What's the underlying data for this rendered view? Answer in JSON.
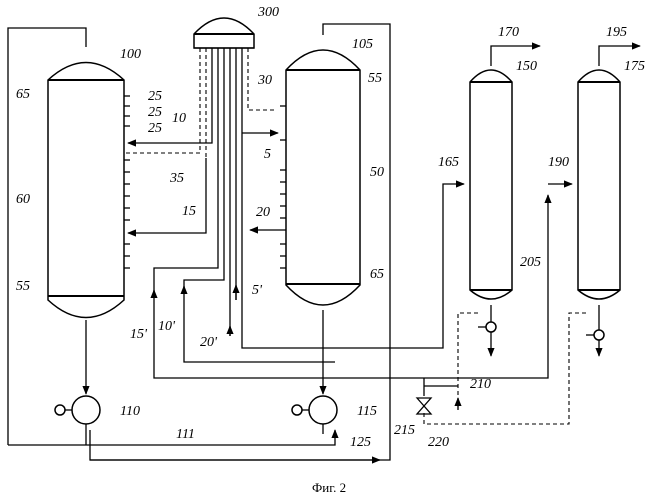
{
  "figure": {
    "caption": "Фиг. 2"
  },
  "labels": {
    "v100": "100",
    "v300": "300",
    "v105": "105",
    "v150": "150",
    "v175": "175",
    "s170": "170",
    "s195": "195",
    "z65a": "65",
    "z60": "60",
    "z55a": "55",
    "t25a": "25",
    "t25b": "25",
    "t25c": "25",
    "s10": "10",
    "s35": "35",
    "s15": "15",
    "s30": "30",
    "s5": "5",
    "s20": "20",
    "s5p": "5'",
    "z55b": "55",
    "z50": "50",
    "z65b": "65",
    "s165": "165",
    "s190": "190",
    "s205": "205",
    "s15p": "15'",
    "s10p": "10'",
    "s20p": "20'",
    "p110": "110",
    "p115": "115",
    "s111": "111",
    "s125": "125",
    "s210": "210",
    "s215": "215",
    "s220": "220"
  }
}
